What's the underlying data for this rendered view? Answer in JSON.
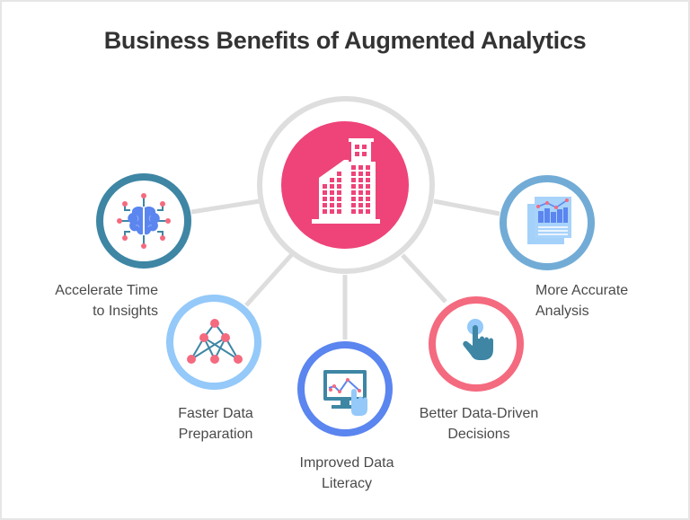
{
  "title": "Business Benefits of Augmented Analytics",
  "colors": {
    "frame": "#e6e6e6",
    "connector": "#dddddd",
    "center_ring": "#dedede",
    "center_fill": "#ee4479",
    "accelerate_ring": "#3e86a4",
    "faster_ring": "#94c9f9",
    "literacy_ring": "#5b85ef",
    "better_ring": "#f46a7f",
    "accurate_ring": "#72acd6",
    "title_text": "#333333",
    "label_text": "#4a4a4a"
  },
  "center": {
    "icon": "office-building-icon"
  },
  "benefits": [
    {
      "id": "accelerate",
      "icon": "brain-network-icon",
      "line1": "Accelerate Time",
      "line2": "to Insights"
    },
    {
      "id": "faster",
      "icon": "network-graph-icon",
      "line1": "Faster Data",
      "line2": "Preparation"
    },
    {
      "id": "literacy",
      "icon": "monitor-touch-chart-icon",
      "line1": "Improved Data",
      "line2": "Literacy"
    },
    {
      "id": "better",
      "icon": "pointing-hand-icon",
      "line1": "Better Data-Driven",
      "line2": "Decisions"
    },
    {
      "id": "accurate",
      "icon": "report-chart-icon",
      "line1": "More Accurate",
      "line2": "Analysis"
    }
  ]
}
